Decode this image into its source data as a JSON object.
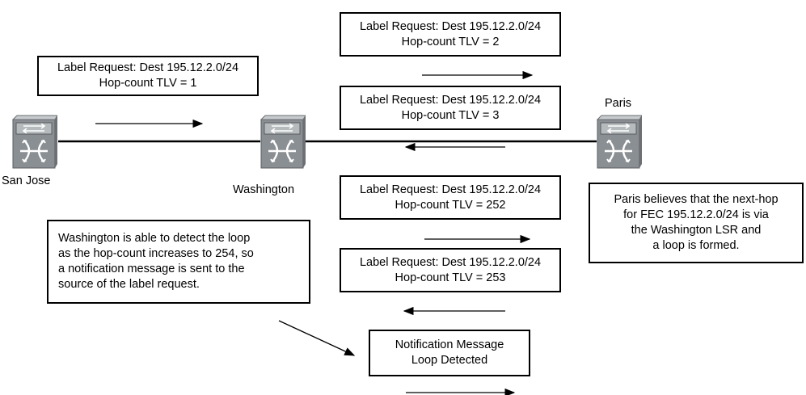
{
  "nodes": {
    "san_jose": "San Jose",
    "washington": "Washington",
    "paris": "Paris"
  },
  "messages": {
    "req1": {
      "line1": "Label Request: Dest 195.12.2.0/24",
      "line2": "Hop-count TLV = 1"
    },
    "req2": {
      "line1": "Label Request: Dest 195.12.2.0/24",
      "line2": "Hop-count TLV = 2"
    },
    "req3": {
      "line1": "Label Request: Dest 195.12.2.0/24",
      "line2": "Hop-count TLV = 3"
    },
    "req252": {
      "line1": "Label Request: Dest 195.12.2.0/24",
      "line2": "Hop-count TLV = 252"
    },
    "req253": {
      "line1": "Label Request: Dest 195.12.2.0/24",
      "line2": "Hop-count TLV = 253"
    },
    "notification": {
      "line1": "Notification Message",
      "line2": "Loop Detected"
    }
  },
  "notes": {
    "washington": {
      "line1": "Washington is able to detect the loop",
      "line2": "as the hop-count increases to 254, so",
      "line3": "a notification message is sent to the",
      "line4": "source of the label request."
    },
    "paris": {
      "line1": "Paris believes that the next-hop",
      "line2": "for FEC 195.12.2.0/24 is via",
      "line3": "the Washington LSR and",
      "line4": "a loop is formed."
    }
  }
}
